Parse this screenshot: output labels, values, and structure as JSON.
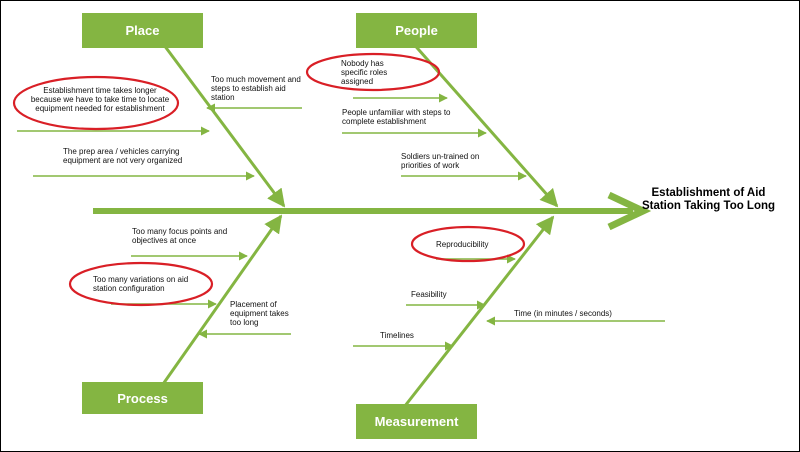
{
  "diagram": {
    "effect": "Establishment of Aid Station Taking Too Long",
    "accent_color": "#84b542",
    "highlight_color": "#d91f26",
    "categories": {
      "place": "Place",
      "people": "People",
      "process": "Process",
      "measurement": "Measurement"
    },
    "causes": {
      "place": [
        "Establishment time takes longer because we have to take time to locate equipment needed for establishment",
        "Too much movement and steps to establish aid station",
        "The prep area / vehicles carrying equipment are not very organized"
      ],
      "people": [
        "Nobody has specific roles assigned",
        "People unfamiliar with steps to complete establishment",
        "Soldiers un-trained on priorities of work"
      ],
      "process": [
        "Too many focus points and objectives at once",
        "Too many variations on aid station configuration",
        "Placement of equipment takes too long"
      ],
      "measurement": [
        "Reproducibility",
        "Feasibility",
        "Time (in minutes / seconds)",
        "Timelines"
      ]
    }
  }
}
